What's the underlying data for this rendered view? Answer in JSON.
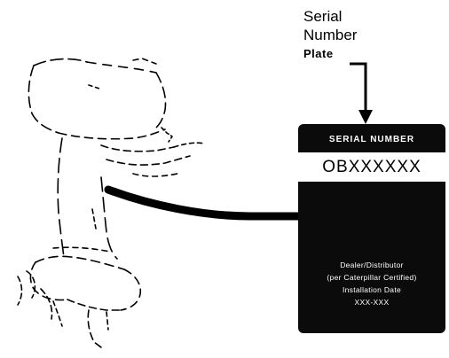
{
  "callout": {
    "line1": "Serial",
    "line2": "Number",
    "line3": "Plate"
  },
  "plate": {
    "title": "SERIAL NUMBER",
    "number": "OBXXXXXX",
    "footer": [
      "Dealer/Distributor",
      "(per Caterpillar Certified)",
      "Installation Date",
      "XXX-XXX"
    ]
  },
  "colors": {
    "plate_background": "#0b0b0b",
    "line_color": "#000000",
    "background": "#ffffff"
  },
  "icons": {
    "engine": "outboard-engine-outline-icon",
    "arrow": "down-arrow-icon"
  }
}
